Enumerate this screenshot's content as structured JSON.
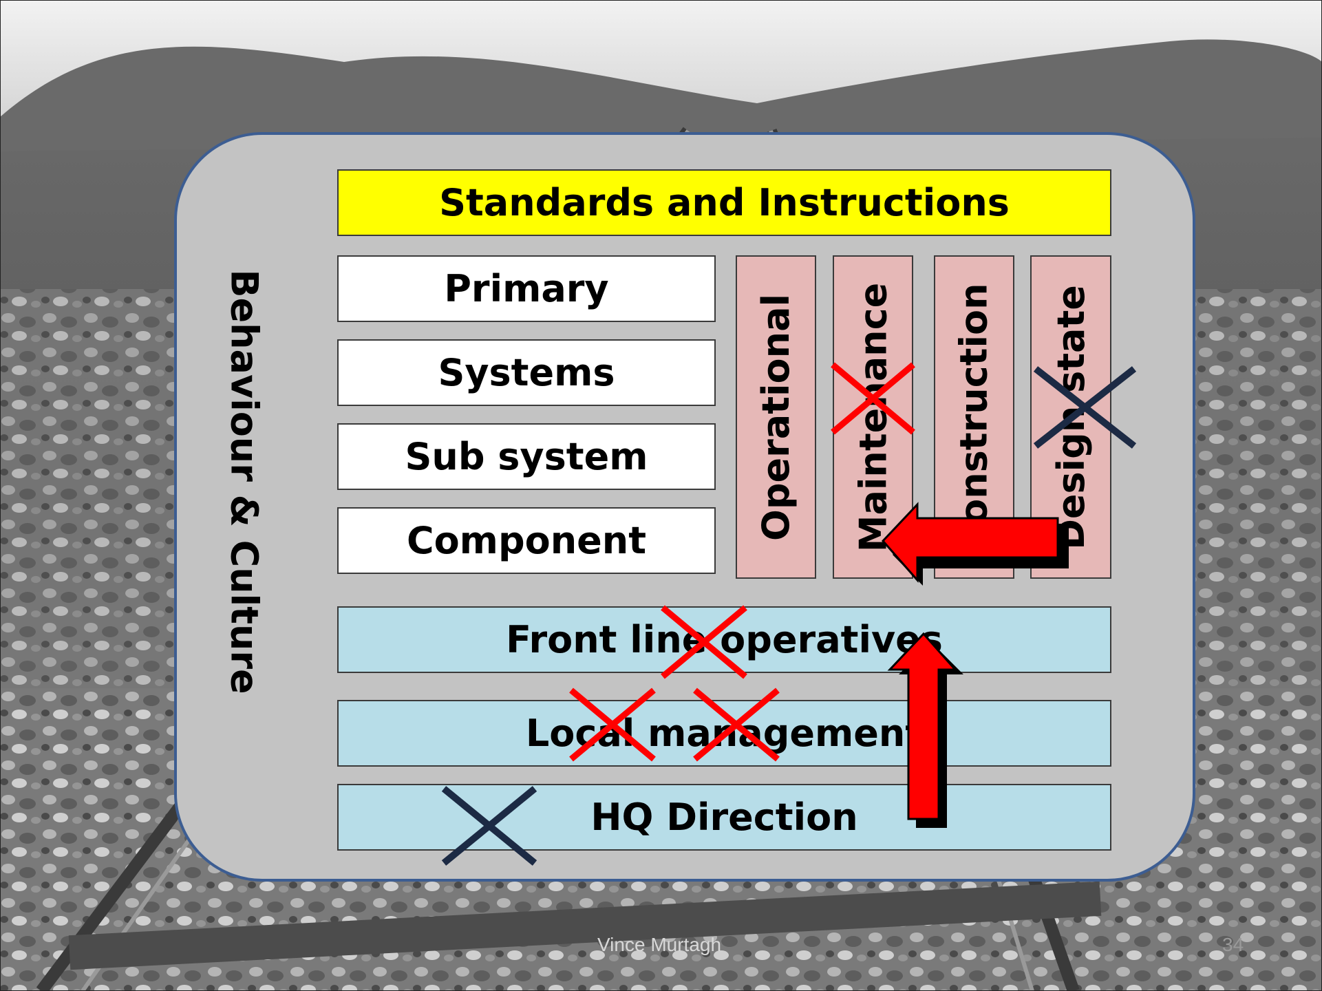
{
  "colors": {
    "panel_fill": "#c3c3c3",
    "panel_border": "#3c5d92",
    "standards_fill": "#ffff00",
    "level_fill": "#ffffff",
    "lifecycle_fill": "#e6b8b7",
    "organisation_fill": "#b7dde8",
    "cross_red": "#ff0000",
    "cross_navy": "#1c2a44",
    "arrow_red": "#ff0000"
  },
  "diagram": {
    "side_label": "Behaviour & Culture",
    "header": "Standards and Instructions",
    "levels": [
      "Primary",
      "Systems",
      "Sub system",
      "Component"
    ],
    "lifecycle": [
      "Operational",
      "Maintenance",
      "Construction",
      "Design state"
    ],
    "organisation": [
      "Front line operatives",
      "Local management",
      "HQ Direction"
    ]
  },
  "footer": {
    "author": "Vince Murtagh",
    "page_number": "34"
  },
  "background": {
    "description_icon": "railway-track-photo"
  }
}
